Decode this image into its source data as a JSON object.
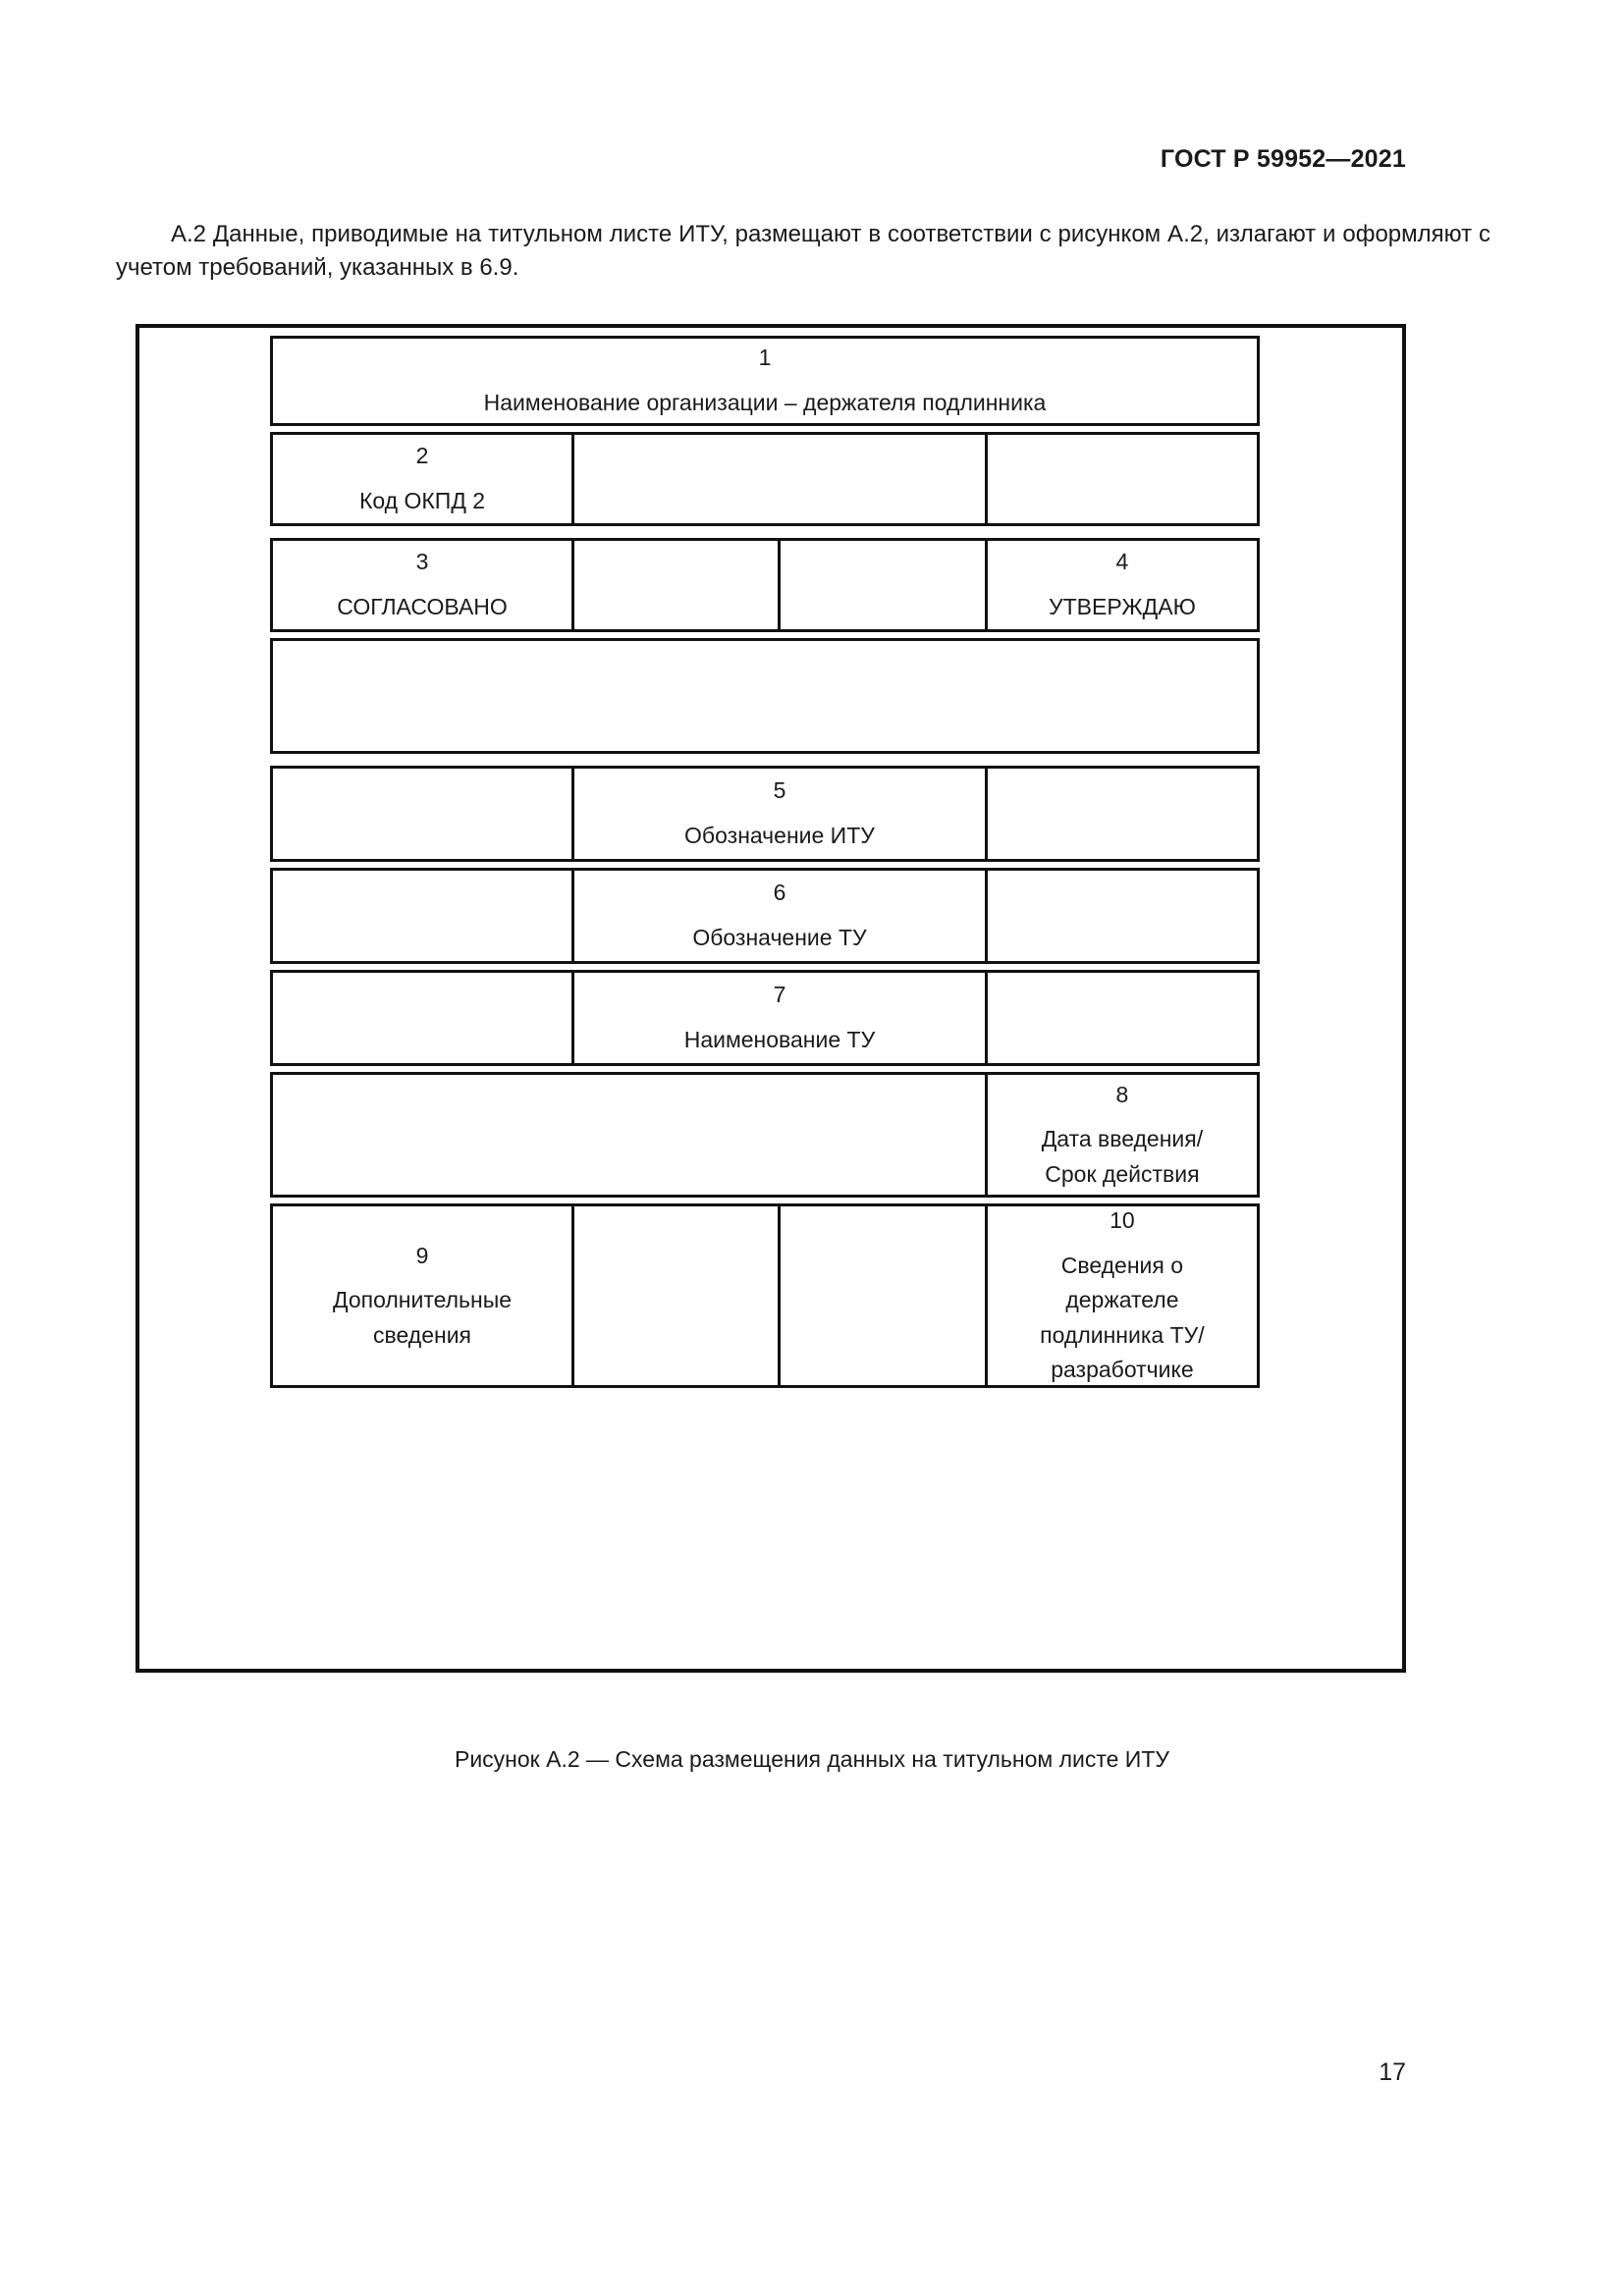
{
  "header": {
    "standard_code": "ГОСТ Р 59952—2021"
  },
  "intro": {
    "text": "А.2 Данные, приводимые на титульном листе ИТУ, размещают в соответствии с рисунком А.2, излагают и оформляют с учетом требований, указанных в 6.9."
  },
  "figure": {
    "caption": "Рисунок А.2 — Схема размещения данных на титульном листе ИТУ",
    "rows": {
      "title": {
        "number": "1",
        "label": "Наименование организации – держателя подлинника"
      },
      "okpd": {
        "number": "2",
        "label": "Код ОКПД 2"
      },
      "approval": {
        "left_number": "3",
        "left_label": "СОГЛАСОВАНО",
        "right_number": "4",
        "right_label": "УТВЕРЖДАЮ"
      },
      "designation_itu": {
        "number": "5",
        "label": "Обозначение ИТУ"
      },
      "designation_tu": {
        "number": "6",
        "label": "Обозначение ТУ"
      },
      "name_tu": {
        "number": "7",
        "label": "Наименование ТУ"
      },
      "date": {
        "number": "8",
        "label_line1": "Дата введения/",
        "label_line2": "Срок действия"
      },
      "extra": {
        "left_number": "9",
        "left_label_line1": "Дополнительные",
        "left_label_line2": "сведения",
        "right_number": "10",
        "right_label_line1": "Сведения о",
        "right_label_line2": "держателе",
        "right_label_line3": "подлинника ТУ/",
        "right_label_line4": "разработчике"
      }
    }
  },
  "footer": {
    "page_number": "17"
  }
}
